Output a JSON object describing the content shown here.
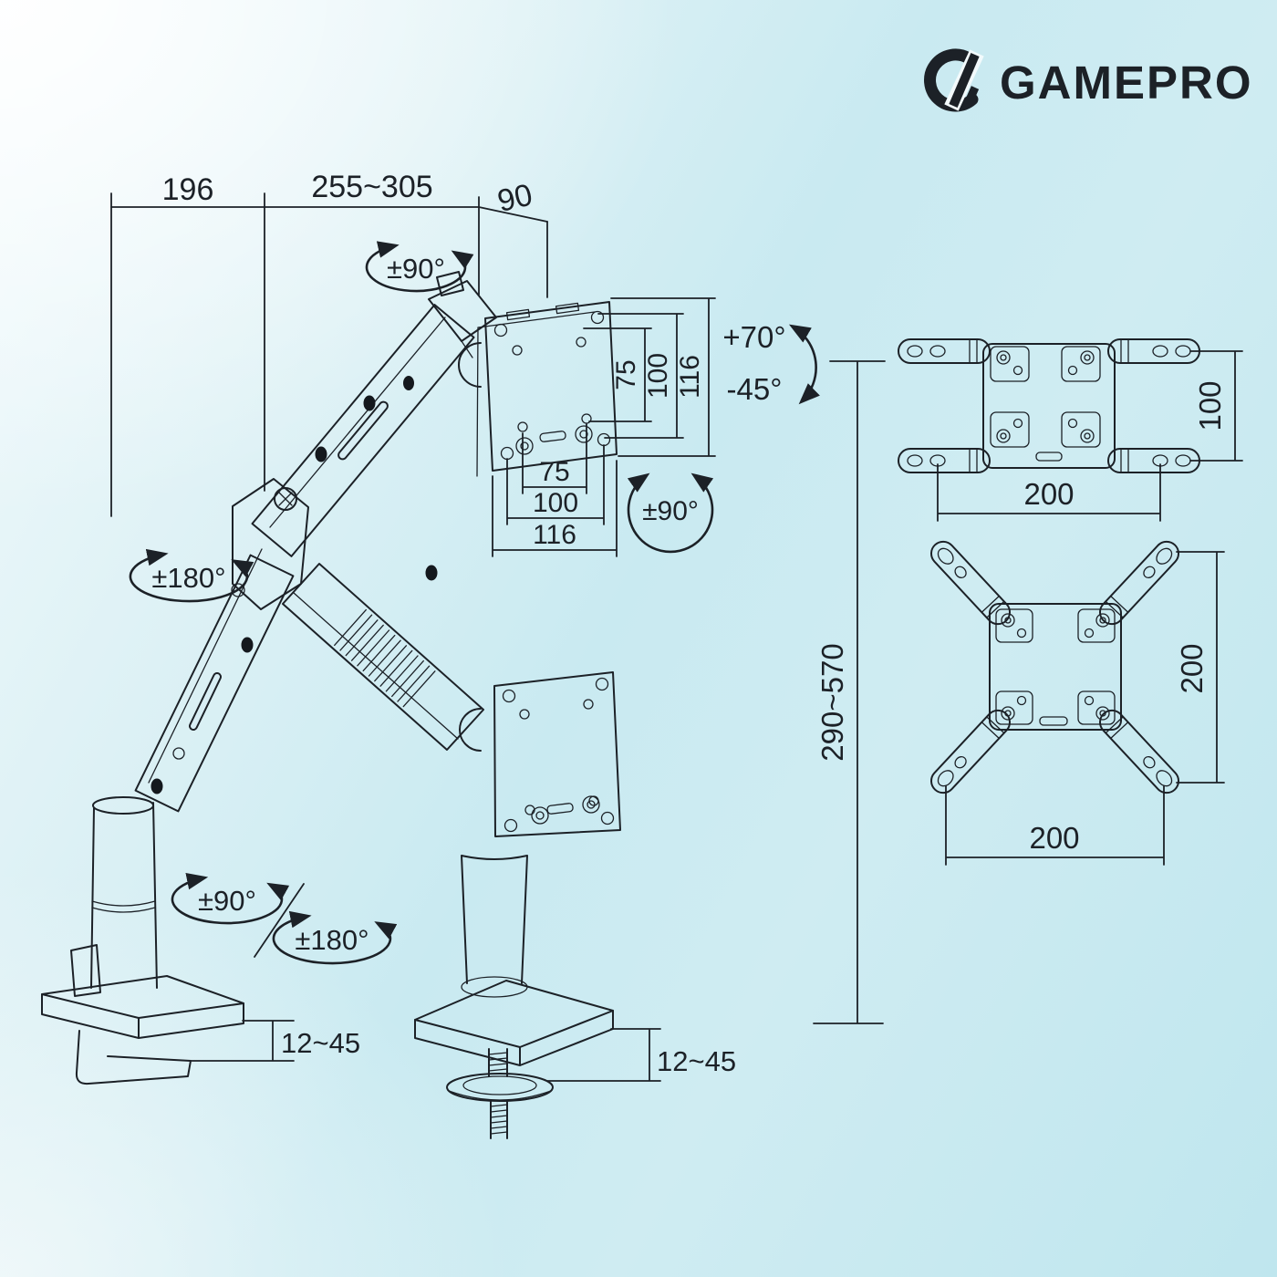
{
  "colors": {
    "background_start": "#f2fafc",
    "background_end": "#bfe6ee",
    "line": "#1c2127"
  },
  "logo": {
    "brand": "GAMEPRO",
    "icon": "gamepro-g-icon"
  },
  "arm": {
    "dim_base_depth": "196",
    "dim_arm_reach": "255~305",
    "dim_head_offset": "90",
    "dim_height_range": "290~570",
    "dim_clamp_range_left": "12~45",
    "dim_clamp_range_center": "12~45"
  },
  "vesa": {
    "vertical_75": "75",
    "vertical_100": "100",
    "vertical_116": "116",
    "horizontal_75": "75",
    "horizontal_100": "100",
    "horizontal_116": "116"
  },
  "rotation": {
    "arm_swivel": "±90°",
    "elbow_swivel": "±180°",
    "base_swivel": "±90°",
    "base_rotation": "±180°",
    "tilt_up": "+70°",
    "tilt_down": "-45°",
    "screen_rotation": "±90°"
  },
  "adapters": {
    "wide_plate_width": "200",
    "wide_plate_height": "100",
    "x_plate_width": "200",
    "x_plate_height": "200"
  }
}
